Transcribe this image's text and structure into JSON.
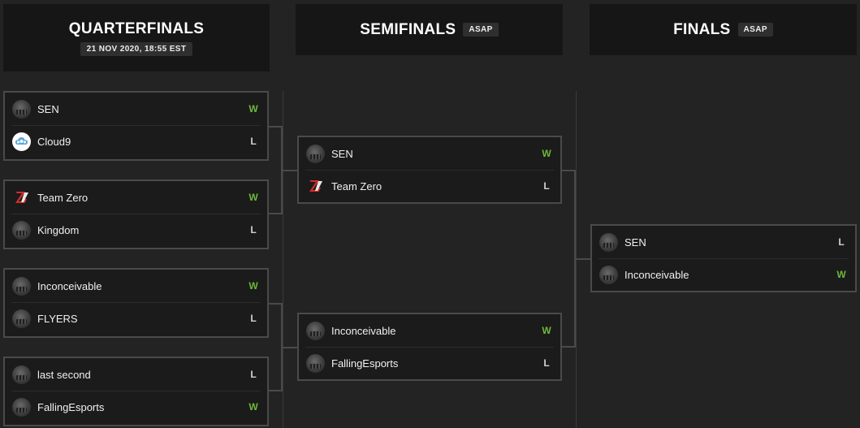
{
  "rounds": [
    {
      "title": "QUARTERFINALS",
      "tag": "21 NOV 2020, 18:55 EST"
    },
    {
      "title": "SEMIFINALS",
      "tag": "ASAP"
    },
    {
      "title": "FINALS",
      "tag": "ASAP"
    }
  ],
  "quarterfinals": [
    {
      "top": {
        "team": "SEN",
        "logo": "generic-team-icon",
        "result": "W"
      },
      "bottom": {
        "team": "Cloud9",
        "logo": "cloud9-icon",
        "result": "L"
      }
    },
    {
      "top": {
        "team": "Team Zero",
        "logo": "team-zero-icon",
        "result": "W"
      },
      "bottom": {
        "team": "Kingdom",
        "logo": "generic-team-icon",
        "result": "L"
      }
    },
    {
      "top": {
        "team": "Inconceivable",
        "logo": "generic-team-icon",
        "result": "W"
      },
      "bottom": {
        "team": "FLYERS",
        "logo": "generic-team-icon",
        "result": "L"
      }
    },
    {
      "top": {
        "team": "last second",
        "logo": "generic-team-icon",
        "result": "L"
      },
      "bottom": {
        "team": "FallingEsports",
        "logo": "generic-team-icon",
        "result": "W"
      }
    }
  ],
  "semifinals": [
    {
      "top": {
        "team": "SEN",
        "logo": "generic-team-icon",
        "result": "W"
      },
      "bottom": {
        "team": "Team Zero",
        "logo": "team-zero-icon",
        "result": "L"
      }
    },
    {
      "top": {
        "team": "Inconceivable",
        "logo": "generic-team-icon",
        "result": "W"
      },
      "bottom": {
        "team": "FallingEsports",
        "logo": "generic-team-icon",
        "result": "L"
      }
    }
  ],
  "finals": [
    {
      "top": {
        "team": "SEN",
        "logo": "generic-team-icon",
        "result": "L"
      },
      "bottom": {
        "team": "Inconceivable",
        "logo": "generic-team-icon",
        "result": "W"
      }
    }
  ],
  "colors": {
    "win": "#6db83b",
    "loss": "#d0d0d0",
    "background": "#232323",
    "header": "#161616"
  }
}
